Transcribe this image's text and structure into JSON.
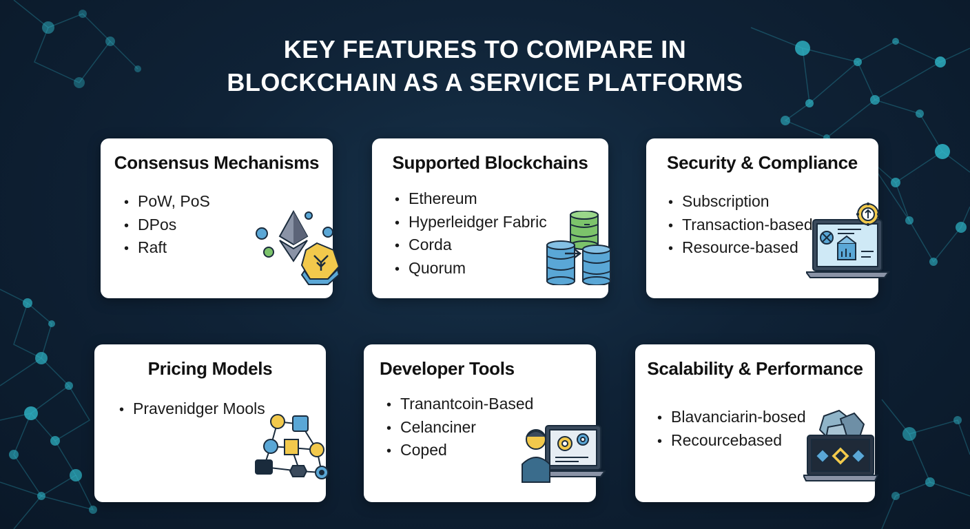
{
  "title": {
    "line1": "KEY FEATURES TO COMPARE IN",
    "line2": "BLOCKCHAIN AS A SERVICE PLATFORMS"
  },
  "cards": [
    {
      "heading": "Consensus Mechanisms",
      "items": [
        "PoW, PoS",
        "DPos",
        "Raft"
      ],
      "icon": "ethereum-crypto-icon"
    },
    {
      "heading": "Supported Blockchains",
      "items": [
        "Ethereum",
        "Hyperleidger Fabric",
        "Corda",
        "Quorum"
      ],
      "icon": "database-stacks-icon"
    },
    {
      "heading": "Security & Compliance",
      "items": [
        "Subscription",
        "Transaction-based",
        "Resource-based"
      ],
      "icon": "laptop-security-icon"
    },
    {
      "heading": "Pricing Models",
      "items": [
        "Pravenidger Mools"
      ],
      "icon": "network-nodes-icon"
    },
    {
      "heading": "Developer Tools",
      "items": [
        "Tranantcoin-Based",
        "Celanciner",
        "Coped"
      ],
      "icon": "developer-laptop-icon"
    },
    {
      "heading": "Scalability & Performance",
      "items": [
        "Blavanciarin-bosed",
        "Recourcebased"
      ],
      "icon": "laptop-scaling-icon"
    }
  ],
  "colors": {
    "background": "#0f2236",
    "network": "#2fb6c8",
    "card": "#ffffff",
    "accent_blue": "#5aa7d6",
    "accent_yellow": "#f2c94c",
    "accent_green": "#7cc36b"
  }
}
